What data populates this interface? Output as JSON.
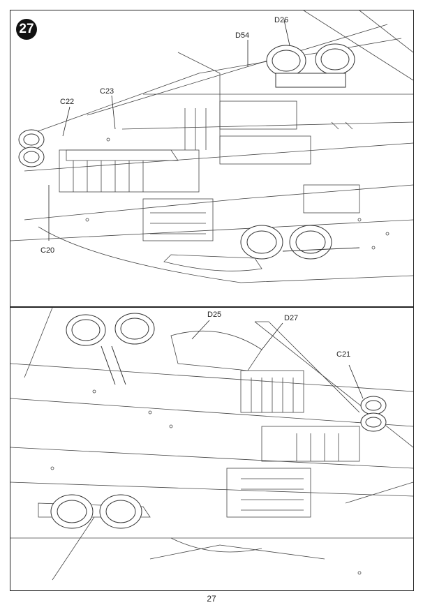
{
  "step": {
    "number": "27"
  },
  "top_panel": {
    "callouts": {
      "d26": "D26",
      "d54": "D54",
      "c23": "C23",
      "c22": "C22",
      "c20": "C20"
    }
  },
  "bottom_panel": {
    "callouts": {
      "d25": "D25",
      "d27": "D27",
      "c21": "C21"
    }
  },
  "footer": {
    "page_number": "27"
  }
}
